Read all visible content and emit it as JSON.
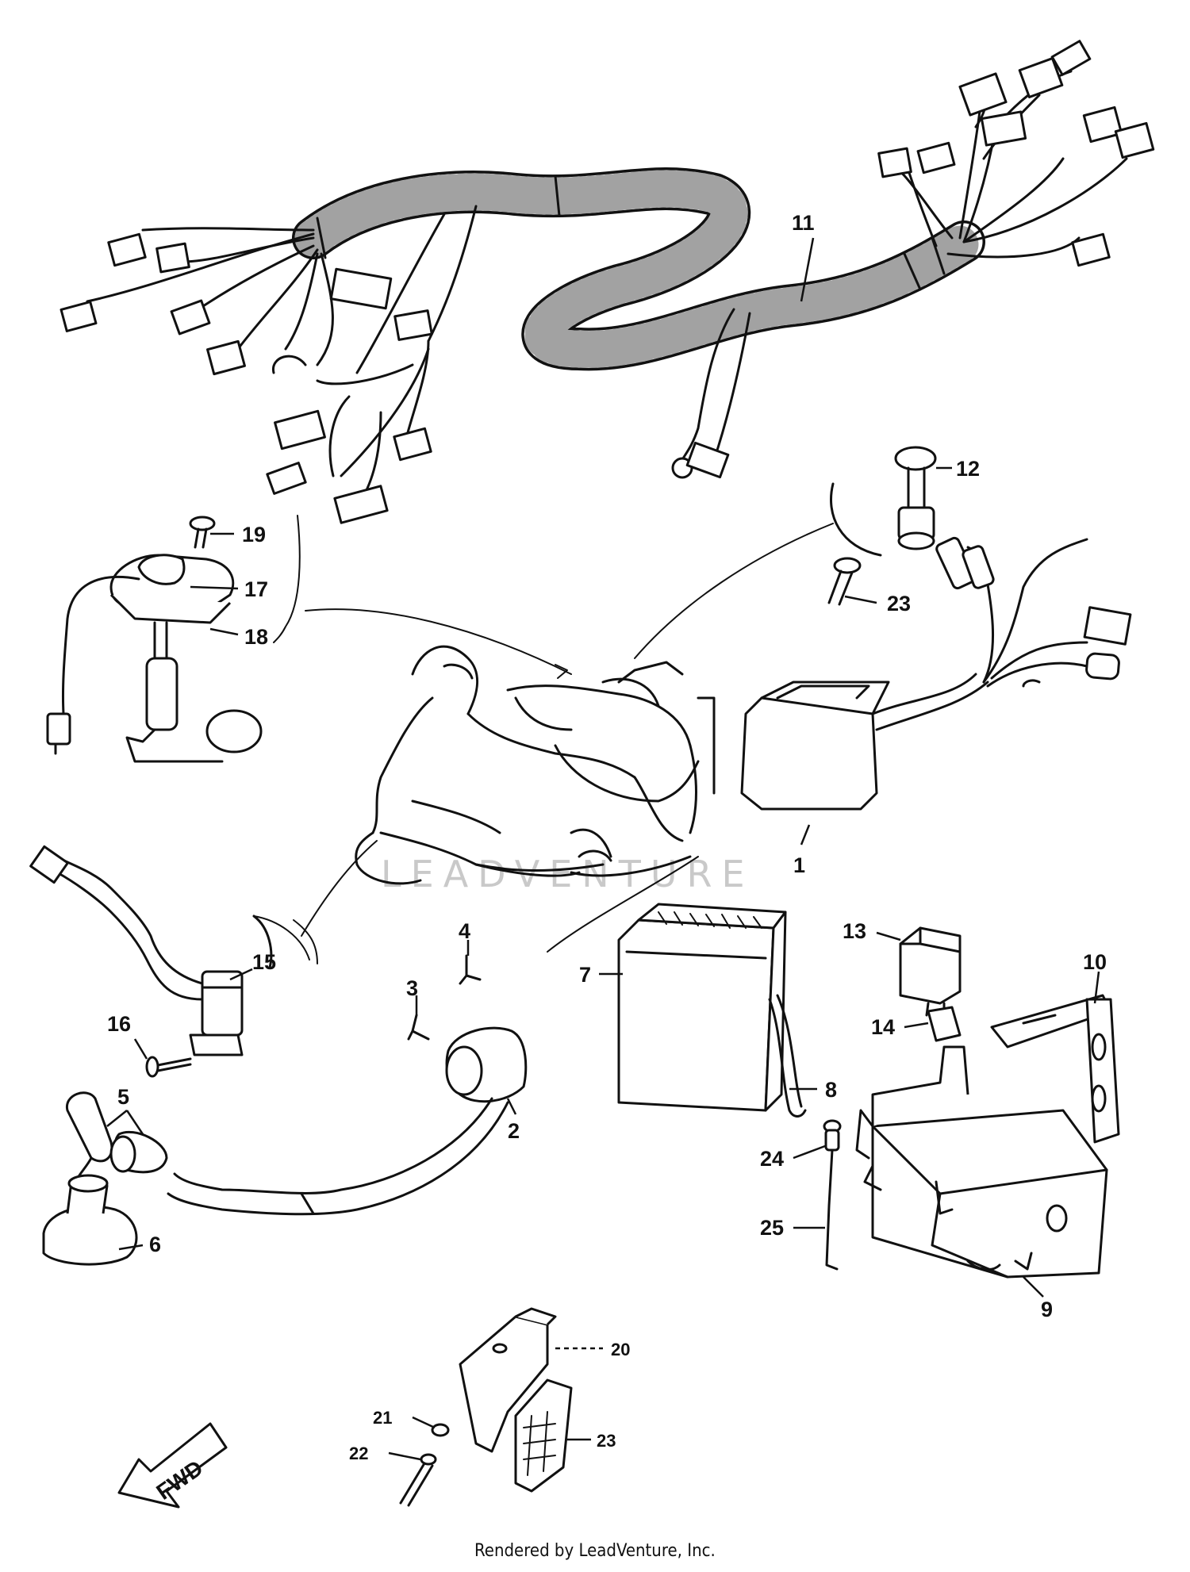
{
  "callouts": [
    {
      "id": "1",
      "label": "1"
    },
    {
      "id": "2",
      "label": "2"
    },
    {
      "id": "3",
      "label": "3"
    },
    {
      "id": "4",
      "label": "4"
    },
    {
      "id": "5",
      "label": "5"
    },
    {
      "id": "6",
      "label": "6"
    },
    {
      "id": "7",
      "label": "7"
    },
    {
      "id": "8",
      "label": "8"
    },
    {
      "id": "9",
      "label": "9"
    },
    {
      "id": "10",
      "label": "10"
    },
    {
      "id": "11",
      "label": "11"
    },
    {
      "id": "12",
      "label": "12"
    },
    {
      "id": "13",
      "label": "13"
    },
    {
      "id": "14",
      "label": "14"
    },
    {
      "id": "15",
      "label": "15"
    },
    {
      "id": "16",
      "label": "16"
    },
    {
      "id": "17",
      "label": "17"
    },
    {
      "id": "18",
      "label": "18"
    },
    {
      "id": "19",
      "label": "19"
    },
    {
      "id": "20",
      "label": "20"
    },
    {
      "id": "21",
      "label": "21"
    },
    {
      "id": "22",
      "label": "22"
    },
    {
      "id": "23a",
      "label": "23"
    },
    {
      "id": "23b",
      "label": "23"
    },
    {
      "id": "24",
      "label": "24"
    },
    {
      "id": "25",
      "label": "25"
    }
  ],
  "direction_arrow": {
    "label": "FWD"
  },
  "watermark": {
    "text": "LEADVENTURE"
  },
  "footer": {
    "text": "Rendered by LeadVenture, Inc."
  }
}
